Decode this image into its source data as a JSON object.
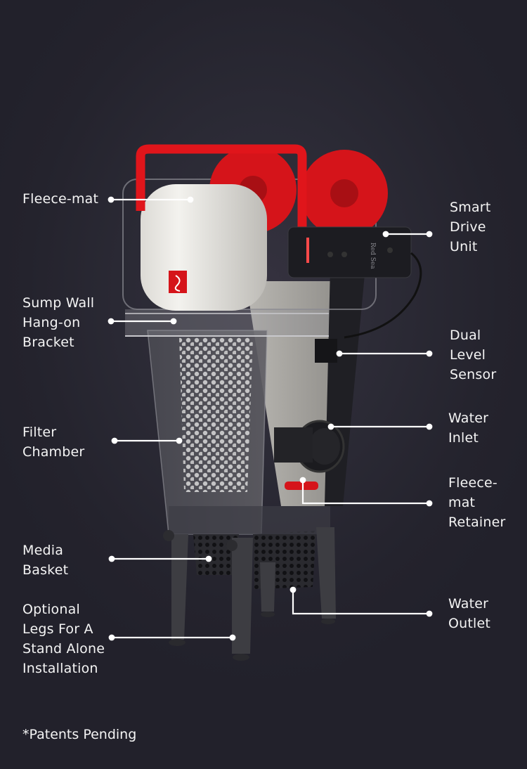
{
  "diagram": {
    "subject": "Fleece filter unit (Red Sea)",
    "brand_mark": "Red Sea",
    "colors": {
      "background": "#2a2933",
      "accent_red": "#e0151b",
      "fleece_white": "#ecebe7",
      "housing_dark": "#1e1e22",
      "callout_line": "#ffffff"
    },
    "labels": {
      "left": [
        {
          "id": "fleece-mat",
          "text": "Fleece-mat"
        },
        {
          "id": "sump-wall-bracket",
          "text": "Sump Wall\nHang-on\nBracket"
        },
        {
          "id": "filter-chamber",
          "text": "Filter\nChamber"
        },
        {
          "id": "media-basket",
          "text": "Media\nBasket"
        },
        {
          "id": "optional-legs",
          "text": "Optional\nLegs For A\nStand Alone\nInstallation"
        }
      ],
      "right": [
        {
          "id": "smart-drive-unit",
          "text": "Smart\nDrive\nUnit"
        },
        {
          "id": "dual-level-sensor",
          "text": "Dual\nLevel\nSensor"
        },
        {
          "id": "water-inlet",
          "text": "Water\nInlet"
        },
        {
          "id": "fleece-mat-retainer",
          "text": "Fleece-\nmat\nRetainer"
        },
        {
          "id": "water-outlet",
          "text": "Water\nOutlet"
        }
      ]
    },
    "footnote": "*Patents Pending"
  }
}
